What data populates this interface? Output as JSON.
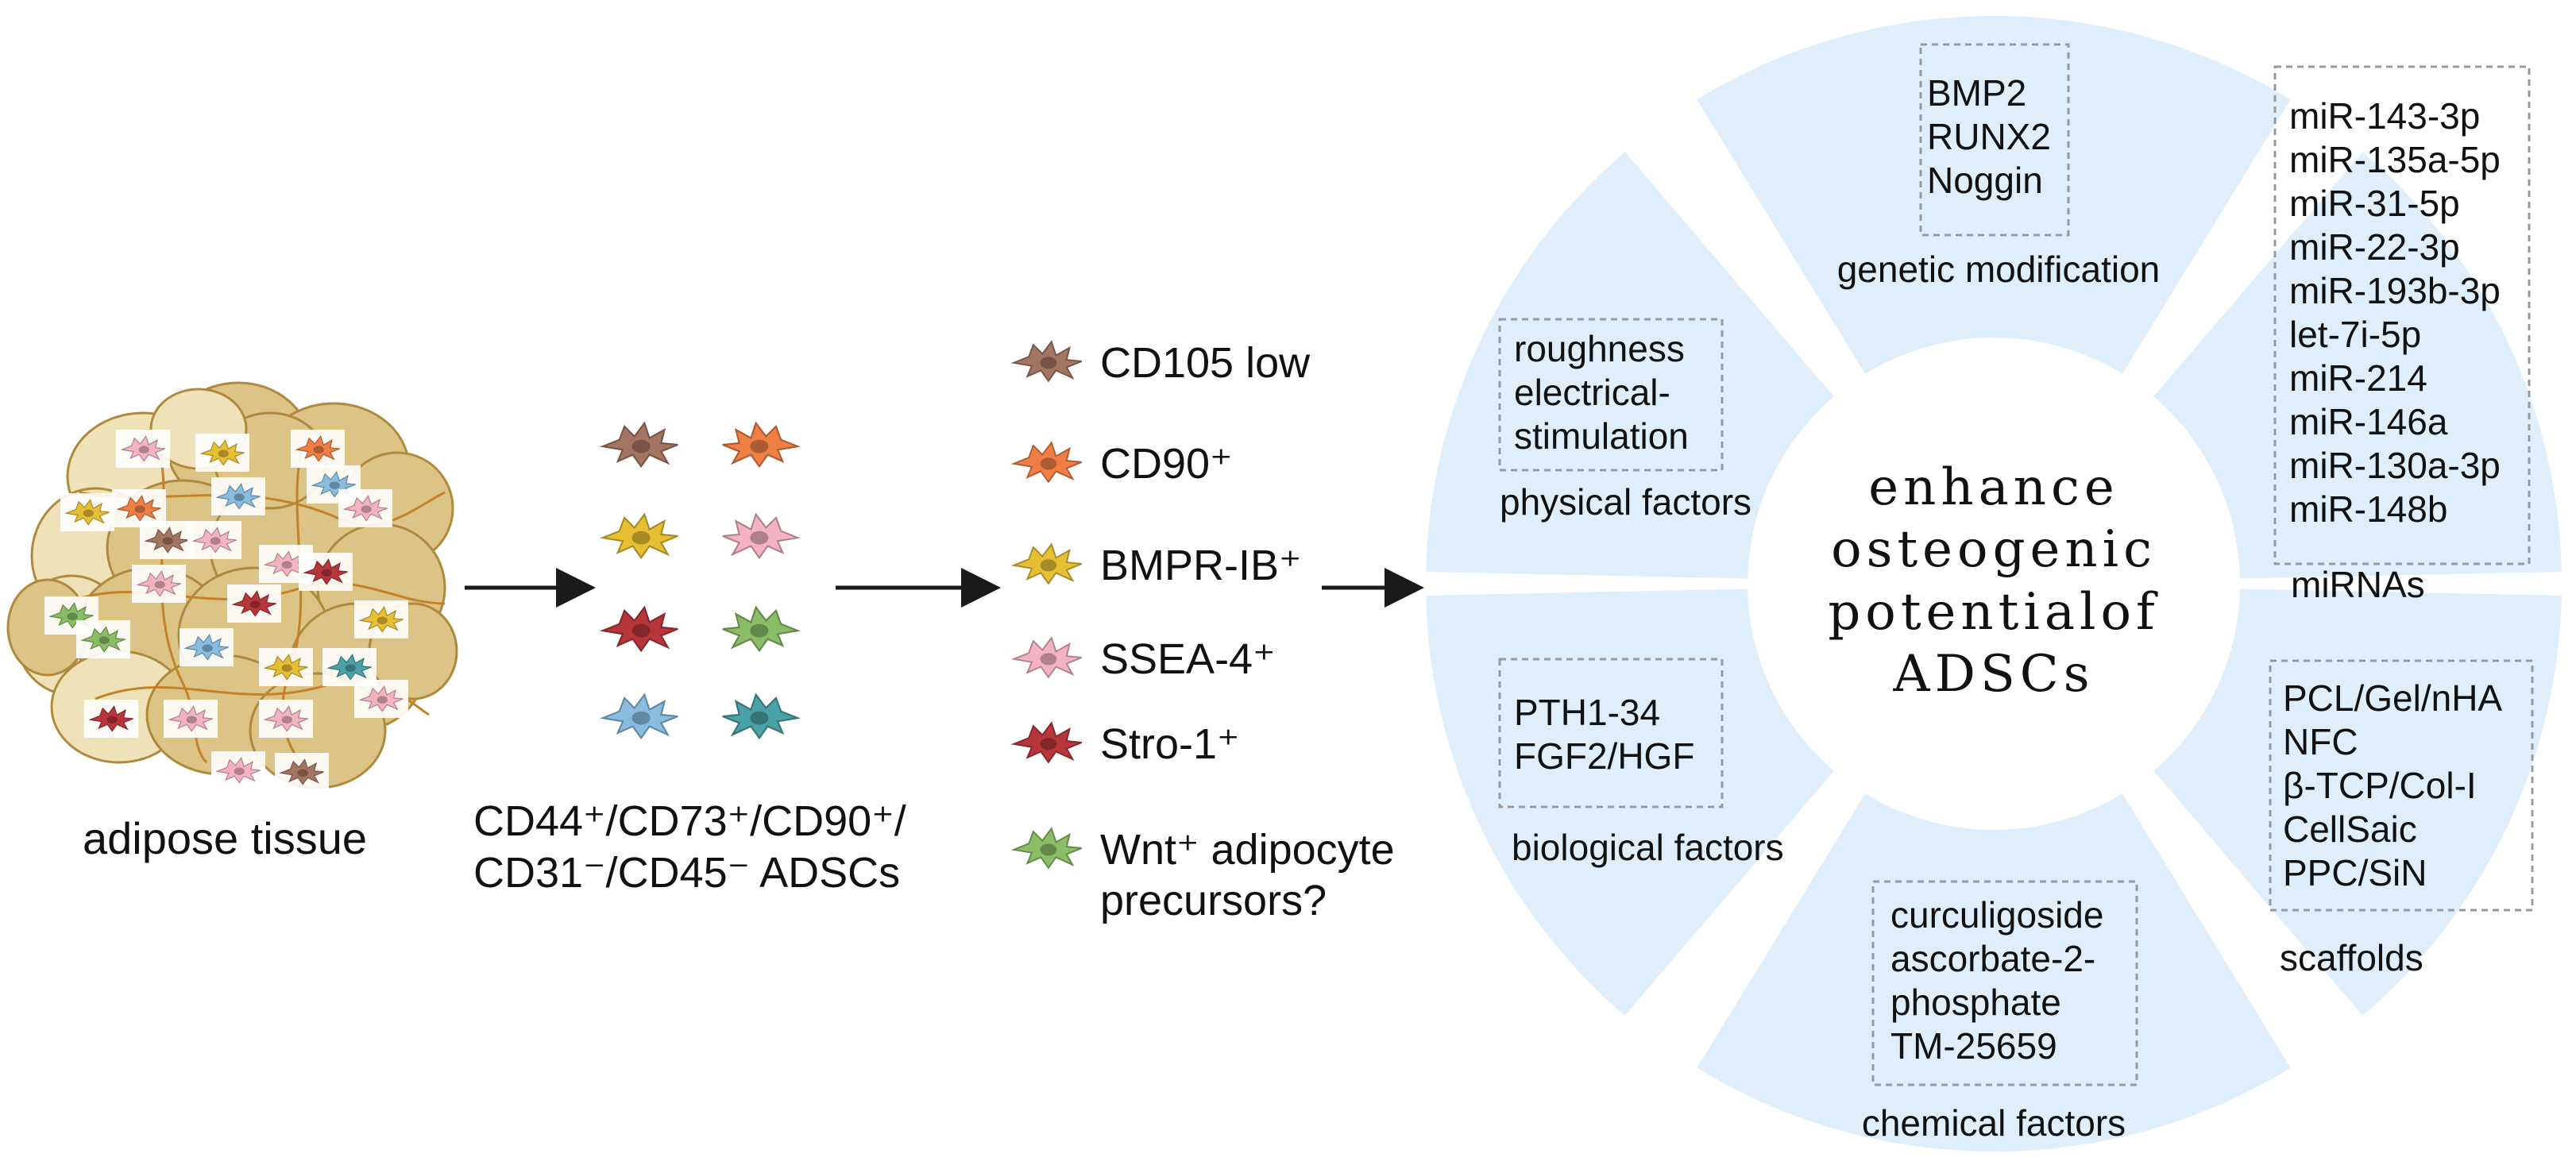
{
  "colors": {
    "ring": "#deeefa",
    "tissue": "#dcc486",
    "tissue_light": "#efe2b9",
    "tissue_stroke": "#b08a3c",
    "vessel": "#c4822a",
    "arrow": "#1a1a1a",
    "dash": "#9a9a9a"
  },
  "left": {
    "tissue_label": "adipose tissue",
    "adscs_label_line1": "CD44⁺/CD73⁺/CD90⁺/",
    "adscs_label_line2": "CD31⁻/CD45⁻ ADSCs"
  },
  "cells": [
    {
      "name": "brown-cell-icon",
      "color": "#a57563"
    },
    {
      "name": "orange-cell-icon",
      "color": "#ef7f45"
    },
    {
      "name": "yellow-cell-icon",
      "color": "#e7bf33"
    },
    {
      "name": "pink-cell-icon",
      "color": "#f3b3c2"
    },
    {
      "name": "red-cell-icon",
      "color": "#b7363c"
    },
    {
      "name": "green-cell-icon",
      "color": "#8abd66"
    },
    {
      "name": "blue-cell-icon",
      "color": "#88bde0"
    },
    {
      "name": "teal-cell-icon",
      "color": "#4aa2a6"
    }
  ],
  "subpopulations": [
    {
      "label": "CD105 low",
      "color": "#a57563"
    },
    {
      "label": "CD90⁺",
      "color": "#ef7f45"
    },
    {
      "label": "BMPR-IB⁺",
      "color": "#e7bf33"
    },
    {
      "label": "SSEA-4⁺",
      "color": "#f3b3c2"
    },
    {
      "label": "Stro-1⁺",
      "color": "#b7363c"
    },
    {
      "label": "Wnt⁺ adipocyte",
      "label2": "precursors?",
      "color": "#8abd66"
    }
  ],
  "center": {
    "line1": "enhance",
    "line2": "osteogenic",
    "line3": "potentialof",
    "line4": "ADSCs"
  },
  "segments": {
    "genetic": {
      "title": "genetic modification",
      "items": [
        "BMP2",
        "RUNX2",
        "Noggin"
      ]
    },
    "mirnas": {
      "title": "miRNAs",
      "items": [
        "miR-143-3p",
        "miR-135a-5p",
        "miR-31-5p",
        "miR-22-3p",
        "miR-193b-3p",
        "let-7i-5p",
        "miR-214",
        "miR-146a",
        "miR-130a-3p",
        "miR-148b"
      ]
    },
    "physical": {
      "title": "physical factors",
      "items": [
        "roughness",
        "electrical-",
        "stimulation"
      ]
    },
    "biological": {
      "title": "biological factors",
      "items": [
        "PTH1-34",
        "FGF2/HGF"
      ]
    },
    "scaffolds": {
      "title": "scaffolds",
      "items": [
        "PCL/Gel/nHA",
        "NFC",
        "β-TCP/Col-I",
        "CellSaic",
        "PPC/SiN"
      ]
    },
    "chemical": {
      "title": "chemical factors",
      "items": [
        "curculigoside",
        "ascorbate-2-",
        "phosphate",
        "TM-25659"
      ]
    }
  }
}
